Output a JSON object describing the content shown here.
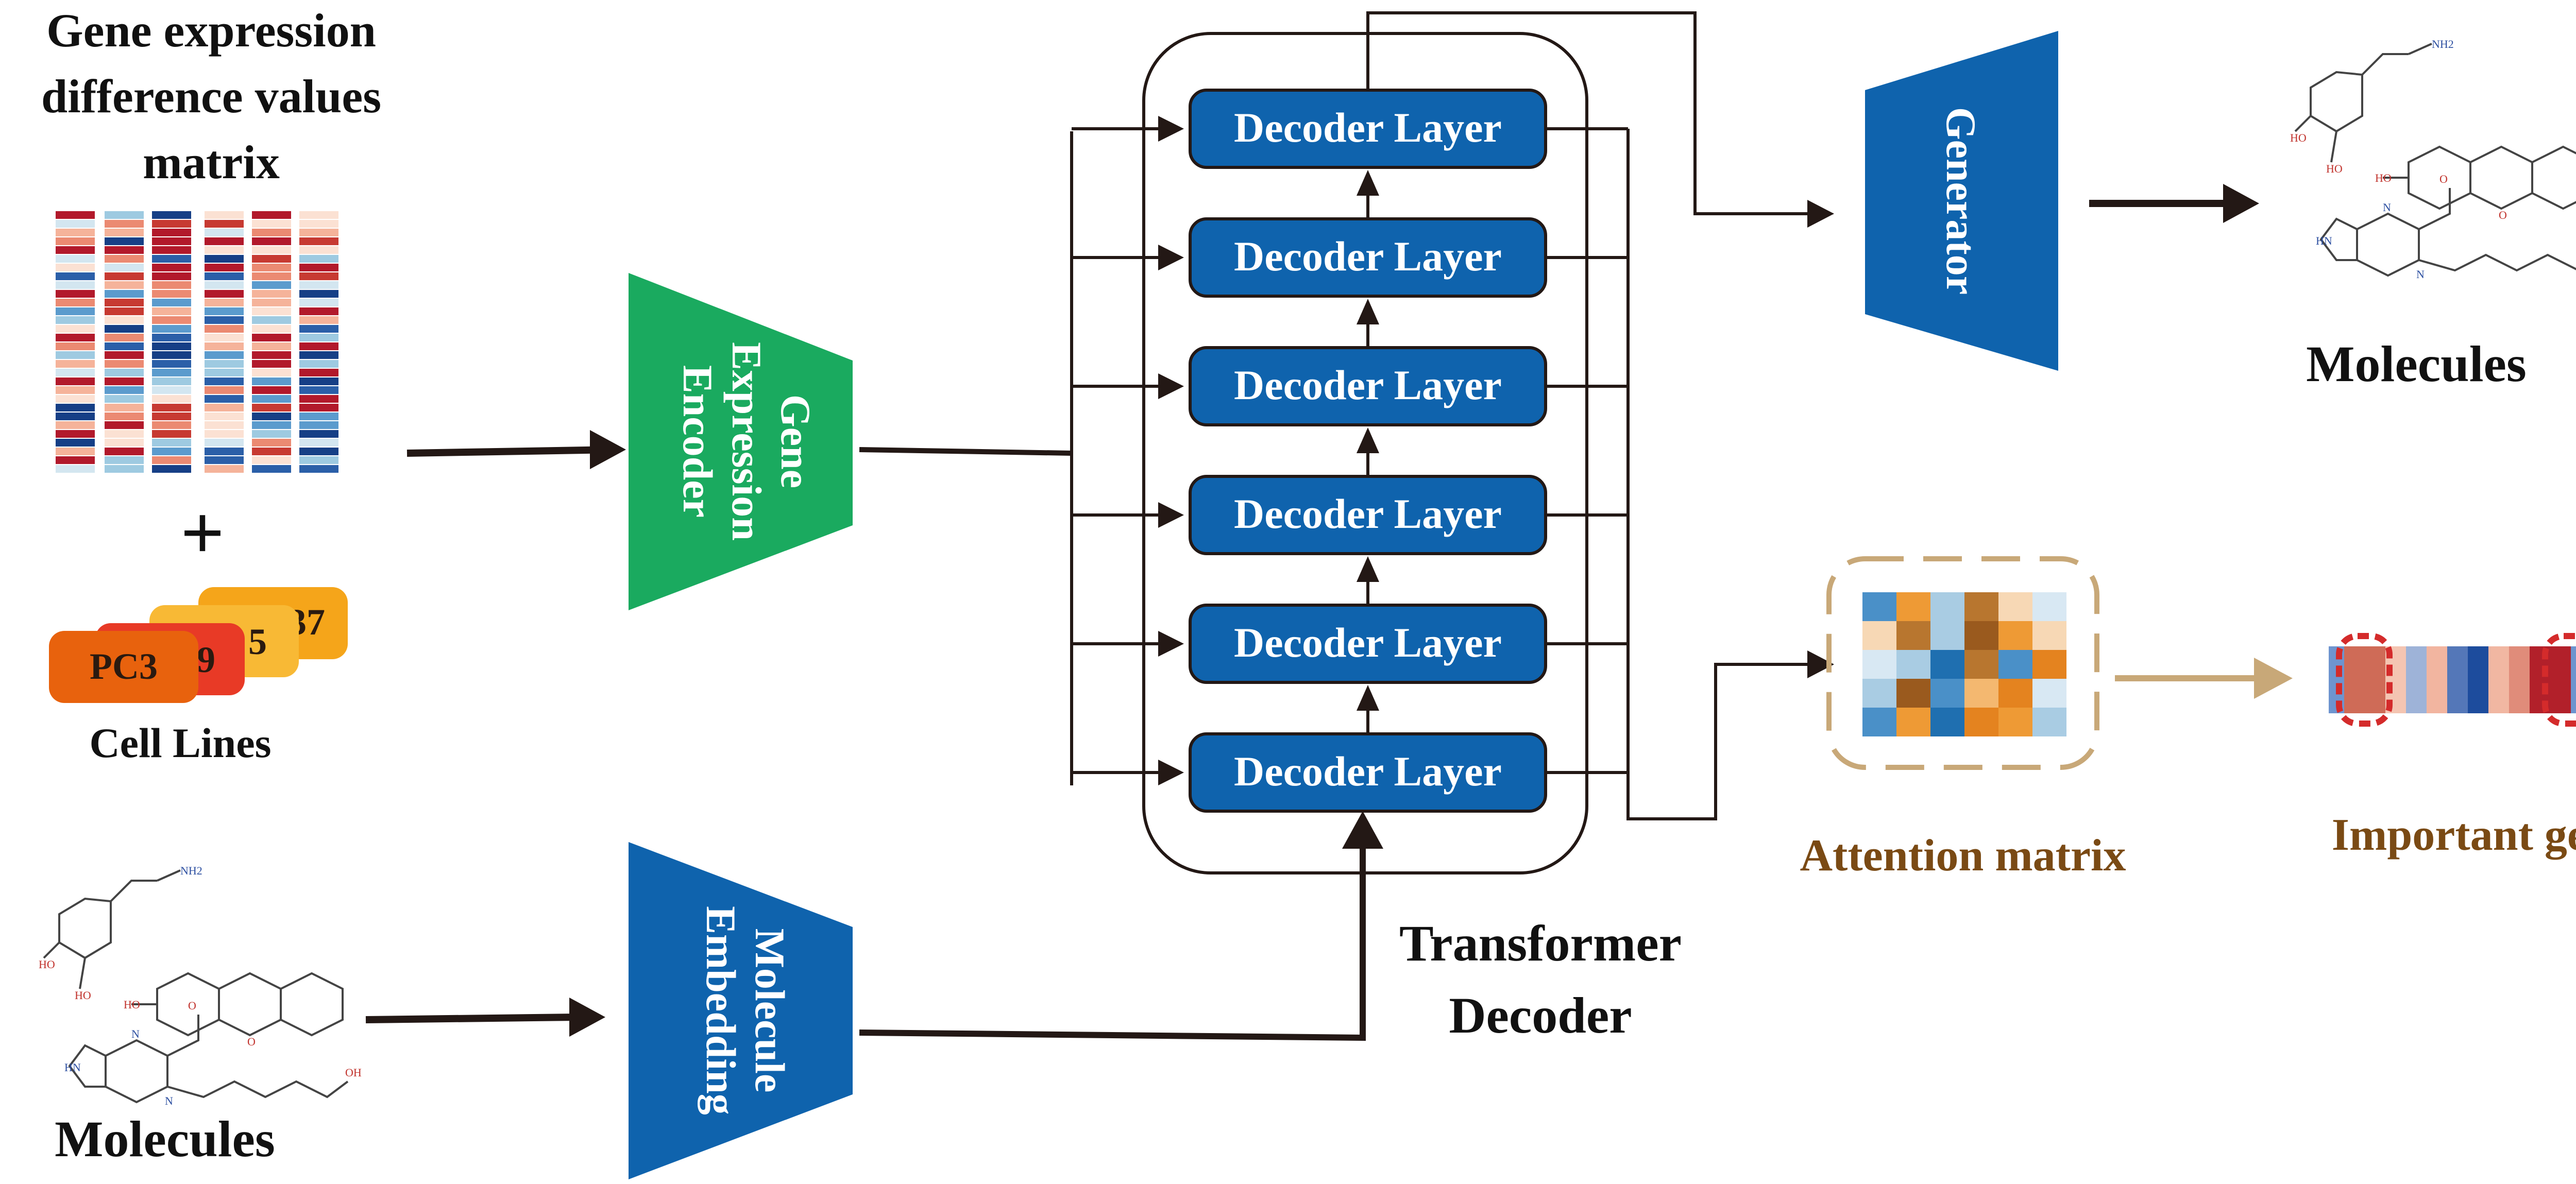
{
  "input": {
    "title_line1": "Gene expression",
    "title_line2": "difference values",
    "title_line3": "matrix",
    "plus": "+",
    "cell_lines_label": "Cell Lines",
    "cell_line_tags": [
      "PC3",
      "9",
      "5",
      "37"
    ]
  },
  "encoder": {
    "line1": "Gene",
    "line2": "Expression",
    "line3": "Encoder"
  },
  "embedding": {
    "line1": "Molecule",
    "line2": "Embedding"
  },
  "molecules_input_label": "Molecules",
  "decoder": {
    "layer_labels": [
      "Decoder Layer",
      "Decoder Layer",
      "Decoder Layer",
      "Decoder Layer",
      "Decoder Layer",
      "Decoder Layer"
    ],
    "title_line1": "Transformer",
    "title_line2": "Decoder"
  },
  "generator": {
    "label": "Generator"
  },
  "outputs": {
    "molecules_label": "Molecules",
    "attention_label": "Attention matrix",
    "important_genes_label": "Important genes"
  },
  "colors": {
    "encoder_green": "#1aaa5f",
    "block_blue": "#0f63ad",
    "brown_text": "#7a4a14",
    "tan_accent": "#c8a878",
    "highlight_red": "#d42b2b",
    "cell_line_orange": "#e8620d"
  },
  "heatmaps": {
    "gene_matrix_palette": [
      "#fbe1d3",
      "#f5b39a",
      "#eb8a72",
      "#c73a32",
      "#b2192b",
      "#d3e6f0",
      "#9ecae1",
      "#5b9bcd",
      "#2b5fa8",
      "#163f86"
    ],
    "attention_palette": [
      "#1f6fb0",
      "#4a90c8",
      "#a9cce3",
      "#d8e8f3",
      "#f7d8b5",
      "#f4b870",
      "#ee9a35",
      "#e4831f",
      "#b8762f",
      "#9a5a1e"
    ],
    "important_genes_strip": [
      "#6e94cf",
      "#cf6b57",
      "#f4c5b2",
      "#9eb3d8",
      "#f2b5a0",
      "#5477b8",
      "#1d4c9d",
      "#f1b7a2",
      "#e08c7a",
      "#b2202a",
      "#6e94cf"
    ]
  }
}
